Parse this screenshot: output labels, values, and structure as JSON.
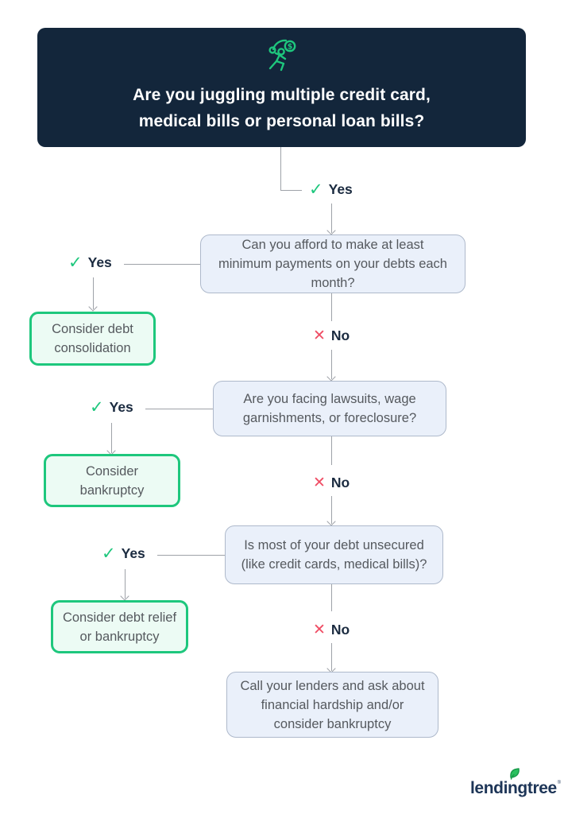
{
  "colors": {
    "header_bg": "#13263B",
    "brand_green": "#1EC77D",
    "green_box_fill": "#ECFBF4",
    "question_box_fill": "#EAF0FA",
    "question_box_border": "#AEB9CB",
    "body_text": "#55595E",
    "connector_gray": "#9EA2A8",
    "no_red": "#EF4D64",
    "label_navy": "#1B2B40",
    "logo_navy": "#1D3557"
  },
  "icons": {
    "check": "✓",
    "cross": "✕"
  },
  "labels": {
    "yes": "Yes",
    "no": "No"
  },
  "header": {
    "icon": "juggler-money-icon",
    "question": "Are you juggling multiple credit card, medical bills or personal loan bills?"
  },
  "decisions": [
    {
      "question": "Can you afford to make at least minimum payments on your debts each month?",
      "yes_outcome": "Consider debt consolidation"
    },
    {
      "question": "Are you facing lawsuits, wage garnishments, or foreclosure?",
      "yes_outcome": "Consider bankruptcy"
    },
    {
      "question": "Is most of your debt unsecured (like credit cards, medical bills)?",
      "yes_outcome": "Consider debt relief or bankruptcy"
    }
  ],
  "final_outcome": "Call your lenders and ask about financial hardship and/or consider bankruptcy",
  "footer": {
    "brand": "lendingtree",
    "registered": "®"
  }
}
